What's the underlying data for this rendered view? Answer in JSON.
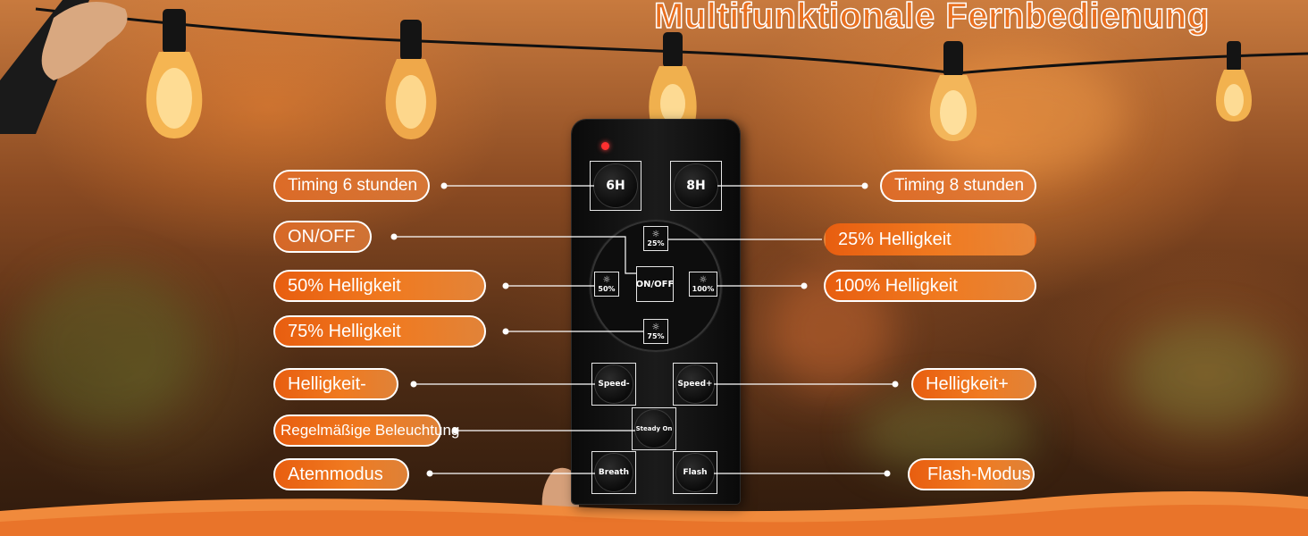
{
  "title": "Multifunktionale Fernbedienung",
  "colors": {
    "accent": "#f07a20",
    "remote": "#111111",
    "led": "#ff3030"
  },
  "remote": {
    "btn_6h": "6H",
    "btn_8h": "8H",
    "btn_25": "25%",
    "btn_onoff": "ON/OFF",
    "btn_50": "50%",
    "btn_100": "100%",
    "btn_75": "75%",
    "btn_speed_minus": "Speed-",
    "btn_speed_plus": "Speed+",
    "btn_steady_on": "Steady On",
    "btn_breath": "Breath",
    "btn_flash": "Flash"
  },
  "labels": {
    "timing6": "Timing 6 stunden",
    "timing8": "Timing 8 stunden",
    "onoff": "ON/OFF",
    "b25": "25%  Helligkeit",
    "b50": "50%  Helligkeit",
    "b100": "100% Helligkeit",
    "b75": "75%  Helligkeit",
    "minus": "Helligkeit-",
    "plus": "Helligkeit+",
    "regular": "Regelmäßige Beleuchtung",
    "breath": "Atemmodus",
    "flash": "Flash-Modus"
  }
}
